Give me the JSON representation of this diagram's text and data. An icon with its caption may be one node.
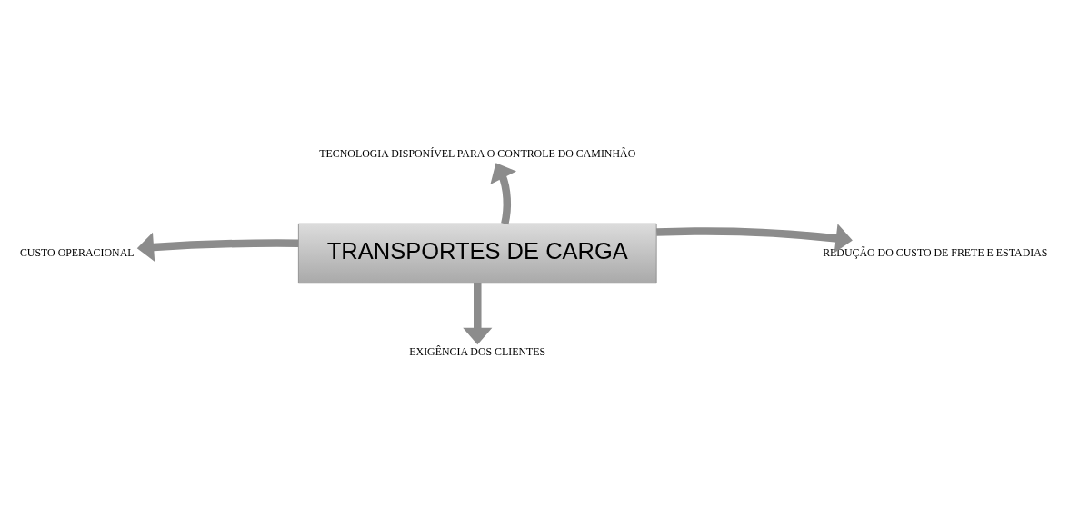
{
  "diagram": {
    "nodes": [
      {
        "text": [
          "TRANSPORTES DE CARGA"
        ]
      },
      {
        "text": [
          "TECNOLOGIA DISPONÍVEL PARA O CONTROLE DO CAMINHÃO"
        ]
      },
      {
        "text": [
          "CUSTO OPERACIONAL"
        ]
      },
      {
        "text": [
          "REDUÇÃO DO CUSTO DE FRETE E ESTADIAS"
        ]
      },
      {
        "text": [
          "EXIGÊNCIA DOS CLIENTES"
        ]
      }
    ],
    "edges": [
      {
        "from": 0,
        "to": 1,
        "arrow": "to"
      },
      {
        "from": 0,
        "to": 2,
        "arrow": "to"
      },
      {
        "from": 0,
        "to": 3,
        "arrow": "to"
      },
      {
        "from": 0,
        "to": 4,
        "arrow": "to"
      }
    ]
  }
}
